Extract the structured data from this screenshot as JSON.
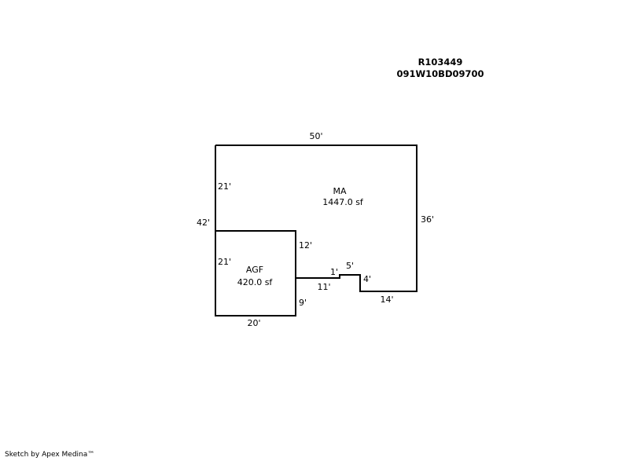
{
  "header": {
    "account_id": "R103449",
    "map_tax_lot": "091W10BD09700"
  },
  "sketch": {
    "areas": [
      {
        "code": "MA",
        "area_label": "1447.0 sf"
      },
      {
        "code": "AGF",
        "area_label": "420.0 sf"
      }
    ],
    "dimensions": {
      "ma_top": "50'",
      "ma_right": "36'",
      "ma_left_upper": "21'",
      "overall_left": "42'",
      "ma_bottom_right": "14'",
      "notch_right": "4'",
      "notch_top": "5'",
      "notch_left": "1'",
      "ma_bottom_left": "11'",
      "agf_right_upper": "12'",
      "agf_right_lower": "9'",
      "agf_left": "21'",
      "agf_bottom": "20'"
    }
  },
  "footer": {
    "credit": "Sketch by Apex Medina™"
  },
  "colors": {
    "line": "#000000",
    "background": "#ffffff"
  }
}
